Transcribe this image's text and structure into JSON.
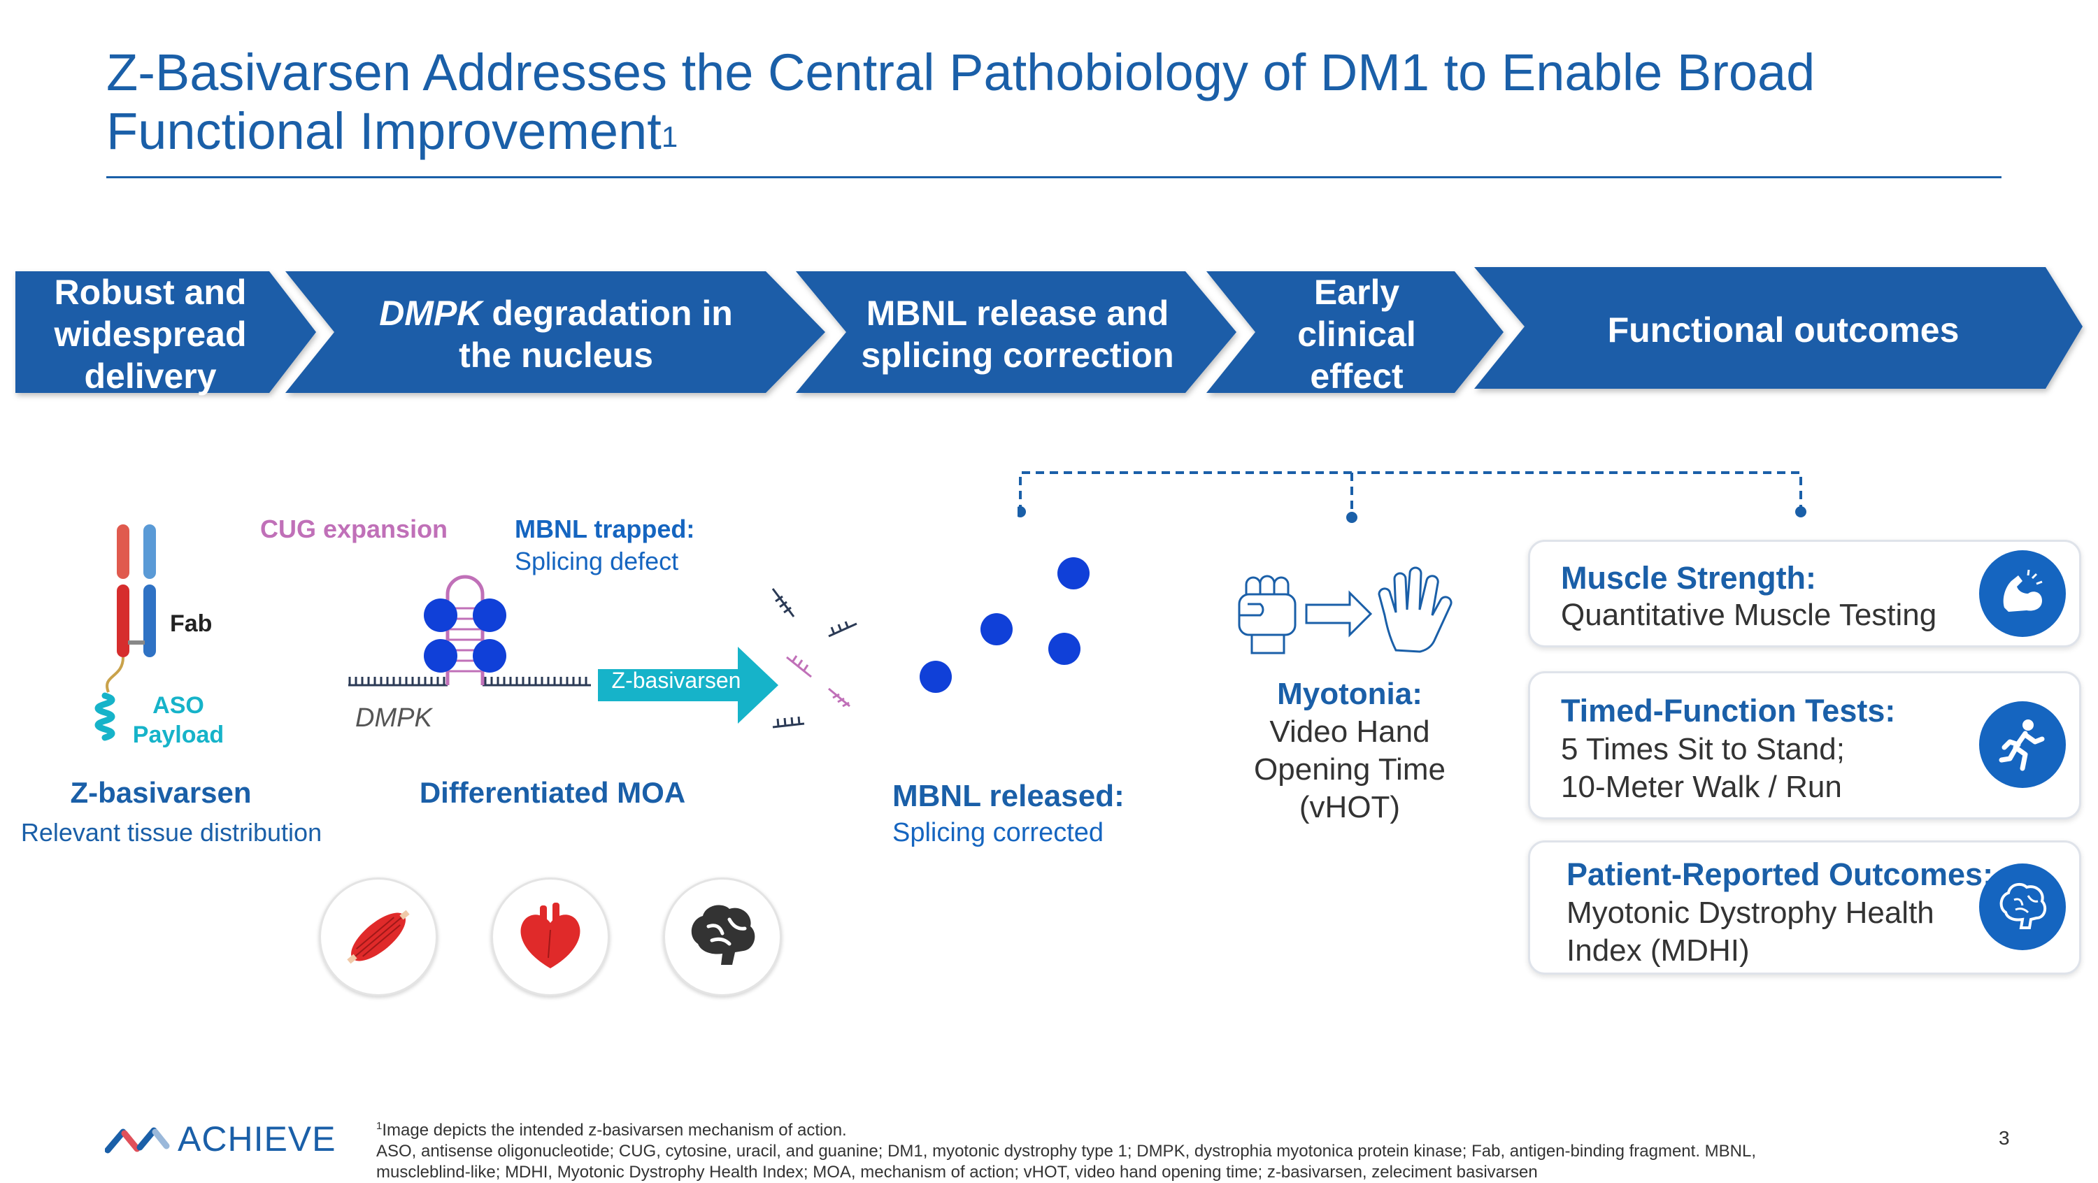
{
  "title": {
    "line1": "Z-Basivarsen Addresses the Central Pathobiology of DM1 to Enable Broad",
    "line2": "Functional Improvement",
    "sup": "1"
  },
  "chevrons": [
    {
      "lines": [
        "Robust and",
        "widespread",
        "delivery"
      ]
    },
    {
      "italic": "DMPK",
      "rest1": " degradation in",
      "line2": "the nucleus"
    },
    {
      "lines": [
        "MBNL release and",
        "splicing correction"
      ]
    },
    {
      "lines": [
        "Early",
        "clinical",
        "effect"
      ]
    },
    {
      "lines": [
        "Functional outcomes"
      ]
    }
  ],
  "colors": {
    "primary_blue": "#1a5fa8",
    "chevron_blue": "#1c5da8",
    "bright_blue": "#1565c0",
    "teal": "#16b3c9",
    "magenta": "#c070b8",
    "red": "#e02a2a"
  },
  "molecule": {
    "fab_label": "Fab",
    "aso_label_1": "ASO",
    "aso_label_2": "Payload",
    "caption_title": "Z-basivarsen",
    "caption_sub": "Relevant tissue distribution"
  },
  "moa": {
    "cug_label": "CUG expansion",
    "mbnl_trapped_title": "MBNL trapped:",
    "mbnl_trapped_sub": "Splicing defect",
    "dmpk_label": "DMPK",
    "arrow_label": "Z-basivarsen",
    "caption": "Differentiated MOA"
  },
  "organs": [
    {
      "icon": "muscle-icon"
    },
    {
      "icon": "heart-icon"
    },
    {
      "icon": "brain-icon"
    }
  ],
  "mbnl_released": {
    "title": "MBNL released:",
    "sub": "Splicing corrected"
  },
  "myotonia": {
    "title": "Myotonia:",
    "lines": [
      "Video Hand",
      "Opening Time",
      "(vHOT)"
    ]
  },
  "cards": [
    {
      "title": "Muscle Strength:",
      "body": [
        "Quantitative Muscle Testing"
      ],
      "icon": "flexed-arm-icon"
    },
    {
      "title": "Timed-Function Tests:",
      "body": [
        "5 Times Sit to Stand;",
        "10-Meter Walk / Run"
      ],
      "icon": "running-person-icon"
    },
    {
      "title": "Patient-Reported Outcomes:",
      "body": [
        "Myotonic Dystrophy Health",
        "Index (MDHI)"
      ],
      "icon": "brain-icon"
    }
  ],
  "footer": {
    "logo_text": "ACHIEVE",
    "note1_sup": "1",
    "note1": "Image depicts the intended z-basivarsen mechanism of action.",
    "note2": "ASO, antisense oligonucleotide; CUG, cytosine, uracil, and guanine; DM1, myotonic dystrophy type 1; DMPK, dystrophia myotonica protein kinase; Fab, antigen-binding fragment. MBNL,",
    "note3": "muscleblind-like; MDHI, Myotonic Dystrophy Health Index; MOA, mechanism of action; vHOT, video hand opening time; z-basivarsen, zeleciment basivarsen",
    "page_number": "3"
  }
}
